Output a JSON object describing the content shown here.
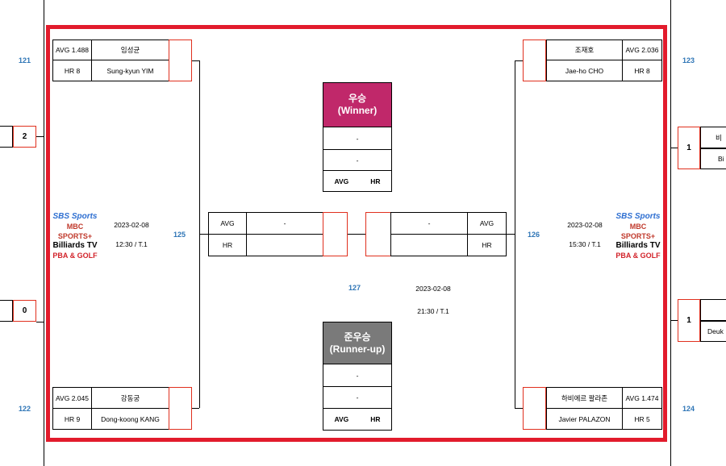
{
  "matches": {
    "m121": {
      "label": "121",
      "p_avg": "AVG 1.488",
      "p_kr": "임성균",
      "p_hr": "HR 8",
      "p_en": "Sung-kyun YIM"
    },
    "m122": {
      "label": "122",
      "p_avg": "AVG 2.045",
      "p_kr": "강동궁",
      "p_hr": "HR 9",
      "p_en": "Dong-koong KANG"
    },
    "m123": {
      "label": "123",
      "p_avg": "AVG 2.036",
      "p_kr": "조재호",
      "p_hr": "HR 8",
      "p_en": "Jae-ho CHO"
    },
    "m124": {
      "label": "124",
      "p_avg": "AVG 1.474",
      "p_kr": "하비에르 팔라존",
      "p_hr": "HR 5",
      "p_en": "Javier PALAZON"
    },
    "m125": {
      "label": "125",
      "date": "2023-02-08",
      "time": "12:30 / T.1",
      "avg_label": "AVG",
      "hr_label": "HR",
      "name": "-"
    },
    "m126": {
      "label": "126",
      "date": "2023-02-08",
      "time": "15:30 / T.1",
      "avg_label": "AVG",
      "hr_label": "HR",
      "name": "-"
    },
    "m127": {
      "label": "127",
      "date": "2023-02-08",
      "time": "21:30 / T.1"
    }
  },
  "winner": {
    "title_kr": "우승",
    "title_en": "(Winner)",
    "line1": "-",
    "line2": "-",
    "avg": "AVG",
    "hr": "HR"
  },
  "runnerup": {
    "title_kr": "준우승",
    "title_en": "(Runner-up)",
    "line1": "-",
    "line2": "-",
    "avg": "AVG",
    "hr": "HR"
  },
  "edge": {
    "left_top_score": "2",
    "left_bottom_score": "0",
    "right_top_score": "1",
    "right_bottom_score": "1",
    "right_top_name": "비",
    "right_top_name2": "Bi",
    "right_bottom_name": "Deuk"
  },
  "logos": {
    "sbs": "SBS Sports",
    "mbc": "MBC SPORTS+",
    "billiards": "Billiards TV",
    "pba": "PBA & GOLF"
  },
  "colors": {
    "frame": "#e21b2c",
    "winner_bg": "#c0286a",
    "runnerup_bg": "#7a7a7a",
    "label_blue": "#2e75b6"
  }
}
